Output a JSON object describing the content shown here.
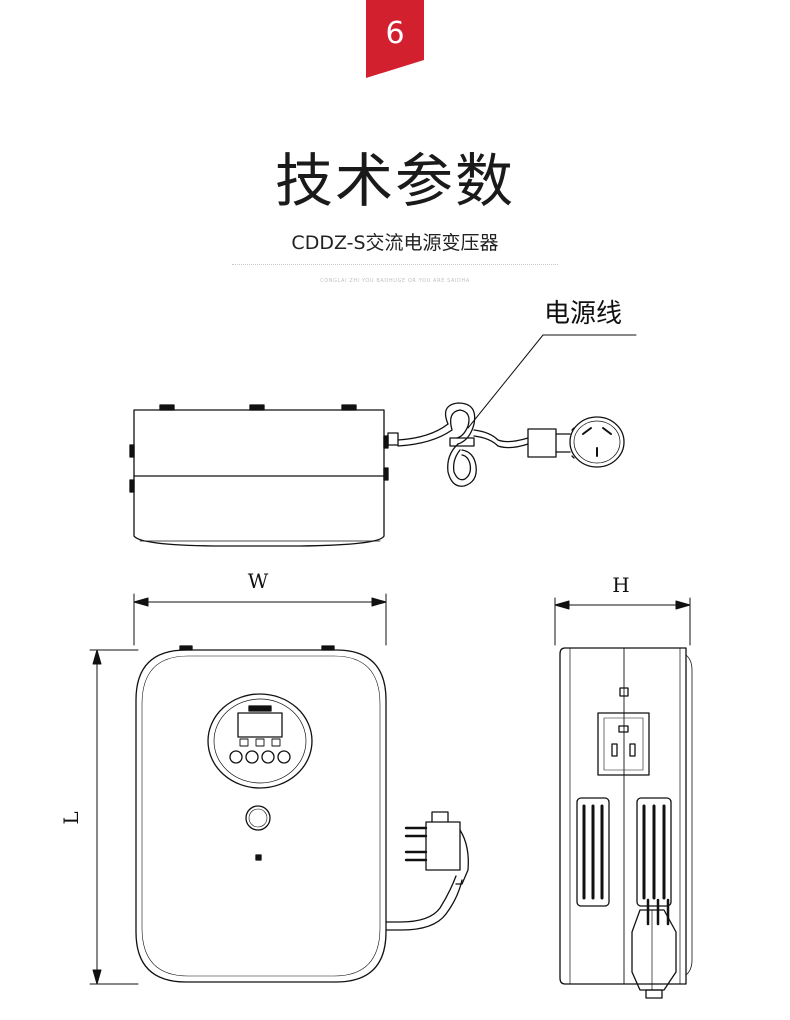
{
  "badge": {
    "number": "6",
    "color": "#d3202f"
  },
  "header": {
    "title": "技术参数",
    "subtitle": "CDDZ-S交流电源变压器",
    "tagline": "CONGLAI ZHI YOU BAOHUGE OR YOU ARE SAIDHA"
  },
  "drawing": {
    "callout_label": "电源线",
    "width_label": "W",
    "height_label": "H",
    "length_label": "L"
  }
}
